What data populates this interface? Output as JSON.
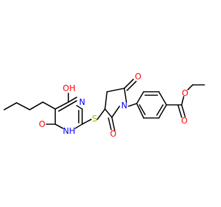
{
  "structure": {
    "atom_labels": {
      "oh": "OH",
      "n_top": "N",
      "nh": "NH",
      "o_left": "O",
      "s": "S",
      "n_imide": "N",
      "o_imide_top": "O",
      "o_imide_bottom": "O",
      "o_carbonyl": "O",
      "o_ester": "O"
    },
    "colors": {
      "bond": "#000000",
      "oxygen": "#ff0000",
      "nitrogen": "#0000ff",
      "sulfur": "#b2b200"
    }
  }
}
